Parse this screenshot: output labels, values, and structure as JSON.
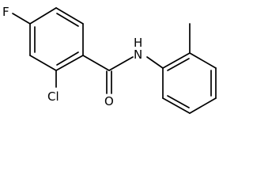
{
  "molecule": {
    "atoms": {
      "fluorine": "F",
      "chlorine": "Cl",
      "amide_nitrogen": "N",
      "amide_hydrogen": "H",
      "carbonyl_oxygen": "O"
    }
  }
}
